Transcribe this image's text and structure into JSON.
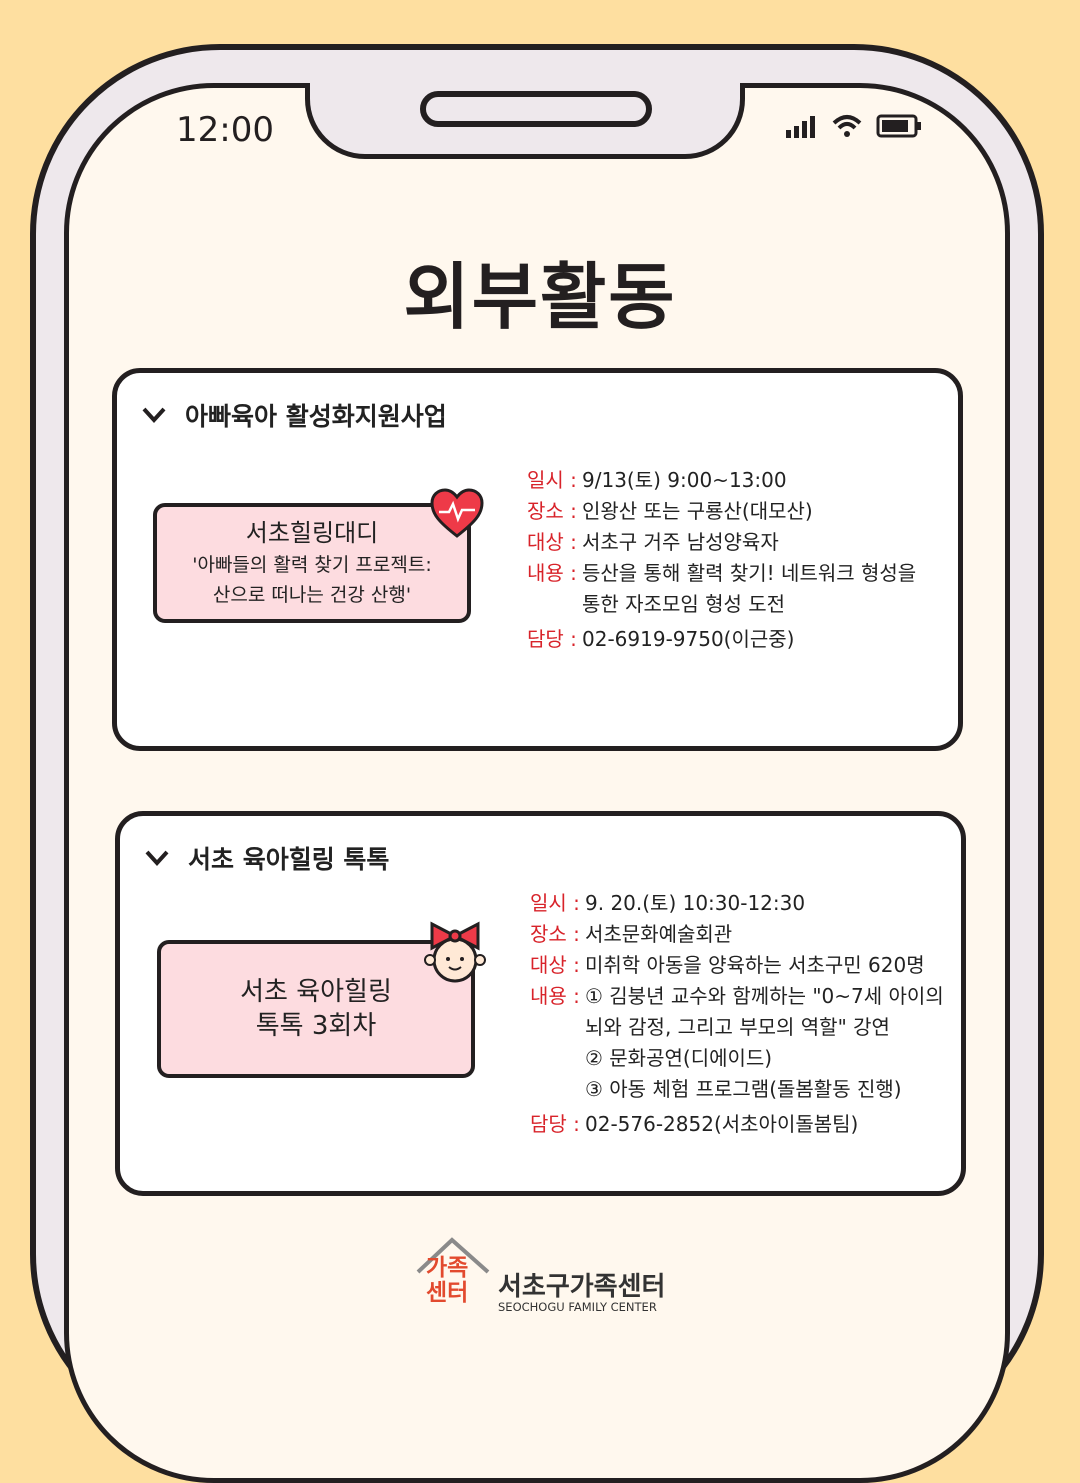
{
  "status_bar": {
    "time": "12:00",
    "icons": [
      "signal-icon",
      "wifi-icon",
      "battery-icon"
    ]
  },
  "page_title": "외부활동",
  "colors": {
    "background": "#FEDFA0",
    "screen": "#FFF8EE",
    "label_red": "#D8232A",
    "badge_pink": "#FDDCE0"
  },
  "cards": [
    {
      "title": "아빠육아 활성화지원사업",
      "badge": {
        "line1": "서초힐링대디",
        "line2": "'아빠들의 활력 찾기 프로젝트:",
        "line3": "산으로 떠나는 건강 산행'",
        "icon": "heart-icon"
      },
      "details": [
        {
          "label": "일시 :",
          "value": "9/13(토) 9:00~13:00"
        },
        {
          "label": "장소 :",
          "value": "인왕산 또는 구룡산(대모산)"
        },
        {
          "label": "대상 :",
          "value": "서초구 거주 남성양육자"
        },
        {
          "label": "내용 :",
          "value": "등산을 통해 활력 찾기! 네트워크 형성을",
          "value2": "통한 자조모임 형성 도전"
        },
        {
          "label": "담당 :",
          "value": "02-6919-9750(이근중)"
        }
      ]
    },
    {
      "title": "서초 육아힐링 톡톡",
      "badge": {
        "line1": "서초 육아힐링",
        "line2": "톡톡 3회차",
        "icon": "girl-with-bow-icon"
      },
      "details": [
        {
          "label": "일시 :",
          "value": "9. 20.(토) 10:30-12:30"
        },
        {
          "label": "장소 :",
          "value": "서초문화예술회관"
        },
        {
          "label": "대상 :",
          "value": "미취학 아동을 양육하는 서초구민 620명"
        },
        {
          "label": "내용 :",
          "value": "① 김붕년 교수와 함께하는 \"0~7세 아이의",
          "value2": "뇌와 감정, 그리고 부모의 역할\" 강연",
          "value3": "② 문화공연(디에이드)",
          "value4": "③ 아동 체험 프로그램(돌봄활동 진행)"
        },
        {
          "label": "담당 :",
          "value": "02-576-2852(서초아이돌봄팀)"
        }
      ]
    }
  ],
  "footer": {
    "logo_mark": "가족 센터",
    "org_name": "서초구가족센터",
    "org_name_en": "SEOCHOGU FAMILY CENTER"
  }
}
